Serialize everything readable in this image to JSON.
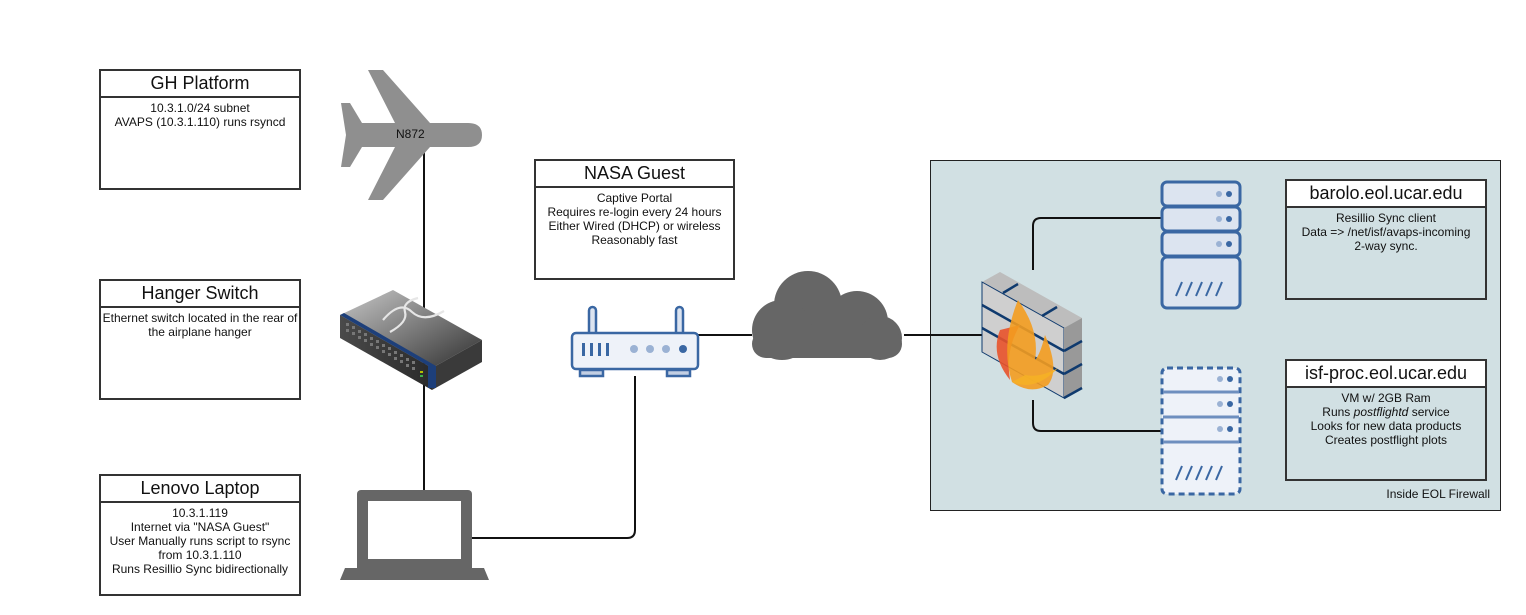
{
  "diagram": {
    "cards": {
      "gh_platform": {
        "title": "GH Platform",
        "lines": [
          "10.3.1.0/24 subnet",
          "AVAPS (10.3.1.110) runs rsyncd"
        ]
      },
      "hanger_switch": {
        "title": "Hanger Switch",
        "lines": [
          "Ethernet switch located in the rear of",
          "the airplane hanger"
        ]
      },
      "lenovo_laptop": {
        "title": "Lenovo Laptop",
        "lines": [
          "10.3.1.119",
          "Internet via \"NASA Guest\"",
          "User Manually runs script to rsync",
          "from 10.3.1.110",
          "Runs Resillio Sync bidirectionally"
        ]
      },
      "nasa_guest": {
        "title": "NASA Guest",
        "lines": [
          "Captive Portal",
          "Requires re-login every 24 hours",
          "Either Wired (DHCP) or wireless",
          "Reasonably fast"
        ]
      },
      "barolo": {
        "title": "barolo.eol.ucar.edu",
        "lines": [
          "Resillio Sync client",
          "Data => /net/isf/avaps-incoming",
          "2-way sync."
        ]
      },
      "isf_proc": {
        "title": "isf-proc.eol.ucar.edu",
        "lines": [
          "VM w/ 2GB Ram",
          "Runs ",
          "postflightd",
          " service",
          "Looks for new data products",
          "Creates postflight plots"
        ]
      }
    },
    "airplane_label": "N872",
    "zone_label": "Inside EOL Firewall",
    "icons": [
      "airplane-icon",
      "network-switch-icon",
      "laptop-icon",
      "wireless-router-icon",
      "cloud-icon",
      "firewall-icon",
      "server-icon",
      "virtual-server-icon"
    ],
    "colors": {
      "zone_fill": "#d1e0e3",
      "icon_gray": "#8f8f8f",
      "cloud_gray": "#666666",
      "laptop_gray": "#666666",
      "device_blue": "#3a67a3",
      "device_fill": "#dce4f0",
      "flame_orange": "#f39c1f",
      "flame_red": "#e8522a"
    }
  }
}
